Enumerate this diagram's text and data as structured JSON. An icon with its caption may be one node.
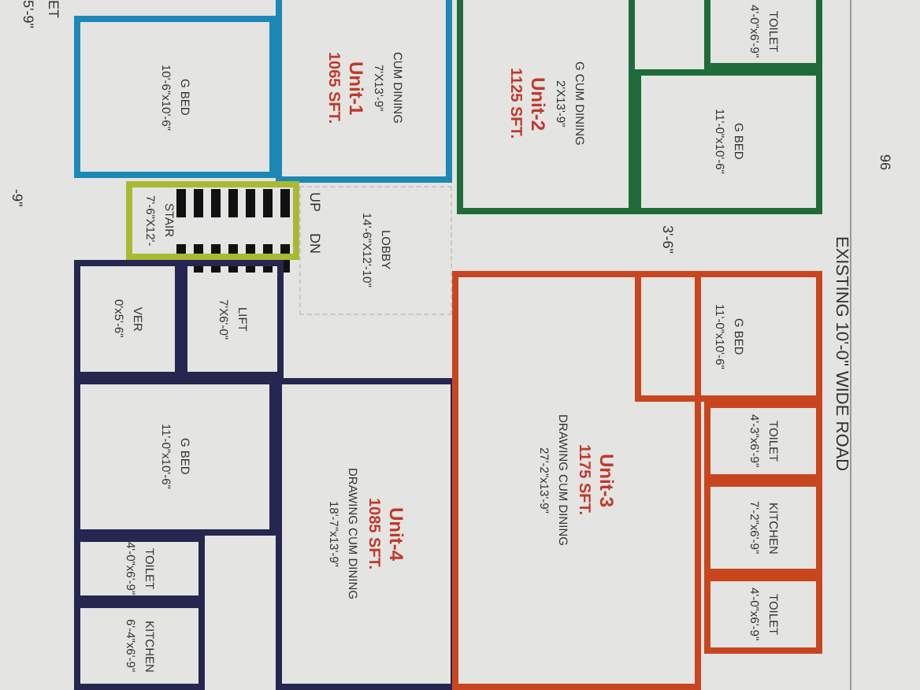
{
  "diagram": {
    "nodes": [
      {
        "text": [
          "G BED",
          "10'-6\"x10'-6\""
        ]
      },
      {
        "text": [
          "CUM DINING",
          "7'X13'-9\"",
          "Unit-1",
          "1065 SFT."
        ]
      },
      {
        "text": [
          "STAIR",
          "7'-6\"X12'-"
        ]
      },
      {
        "text": [
          "LOBBY",
          "14'-6\"X12'-10\""
        ]
      },
      {
        "text": [
          "G CUM DINING",
          "2'X13'-9\"",
          "Unit-2",
          "1125 SFT."
        ]
      },
      {
        "text": [
          "TOILET",
          "4'-0\"x6'-9\""
        ]
      },
      {
        "text": [
          "G BED",
          "11'-0\"x10'-6\""
        ]
      },
      {
        "text": [
          "VER",
          "0'x5'-6\""
        ]
      },
      {
        "text": [
          "LIFT",
          "7'X6'-0\""
        ]
      },
      {
        "text": [
          "G BED",
          "11'-0\"x10'-6\""
        ]
      },
      {
        "text": [
          "TOILET",
          "4'-0\"x6'-9\""
        ]
      },
      {
        "text": [
          "KITCHEN",
          "6'-4\"x6'-9\""
        ]
      },
      {
        "text": [
          "Unit-4",
          "1085 SFT.",
          "DRAWING CUM DINING",
          "18'-7\"x13'-9\""
        ]
      },
      {
        "text": [
          "Unit-3",
          "1175 SFT.",
          "DRAWING CUM DINING",
          "27'-2\"x13'-9\""
        ]
      },
      {
        "text": [
          "G BED",
          "11'-0\"x10'-6\""
        ]
      },
      {
        "text": [
          "TOILET",
          "4'-3\"x6'-9\""
        ]
      },
      {
        "text": [
          "KITCHEN",
          "7'-2\"x6'-9\""
        ]
      },
      {
        "text": [
          "TOILET",
          "4'-0\"x6'-9\""
        ]
      }
    ],
    "labels": [
      "ET",
      "5'-9\"",
      "-9\"",
      "UP",
      "DN",
      "3'-6\"",
      "96",
      "EXISTING 10'-0\" WIDE ROAD"
    ]
  }
}
